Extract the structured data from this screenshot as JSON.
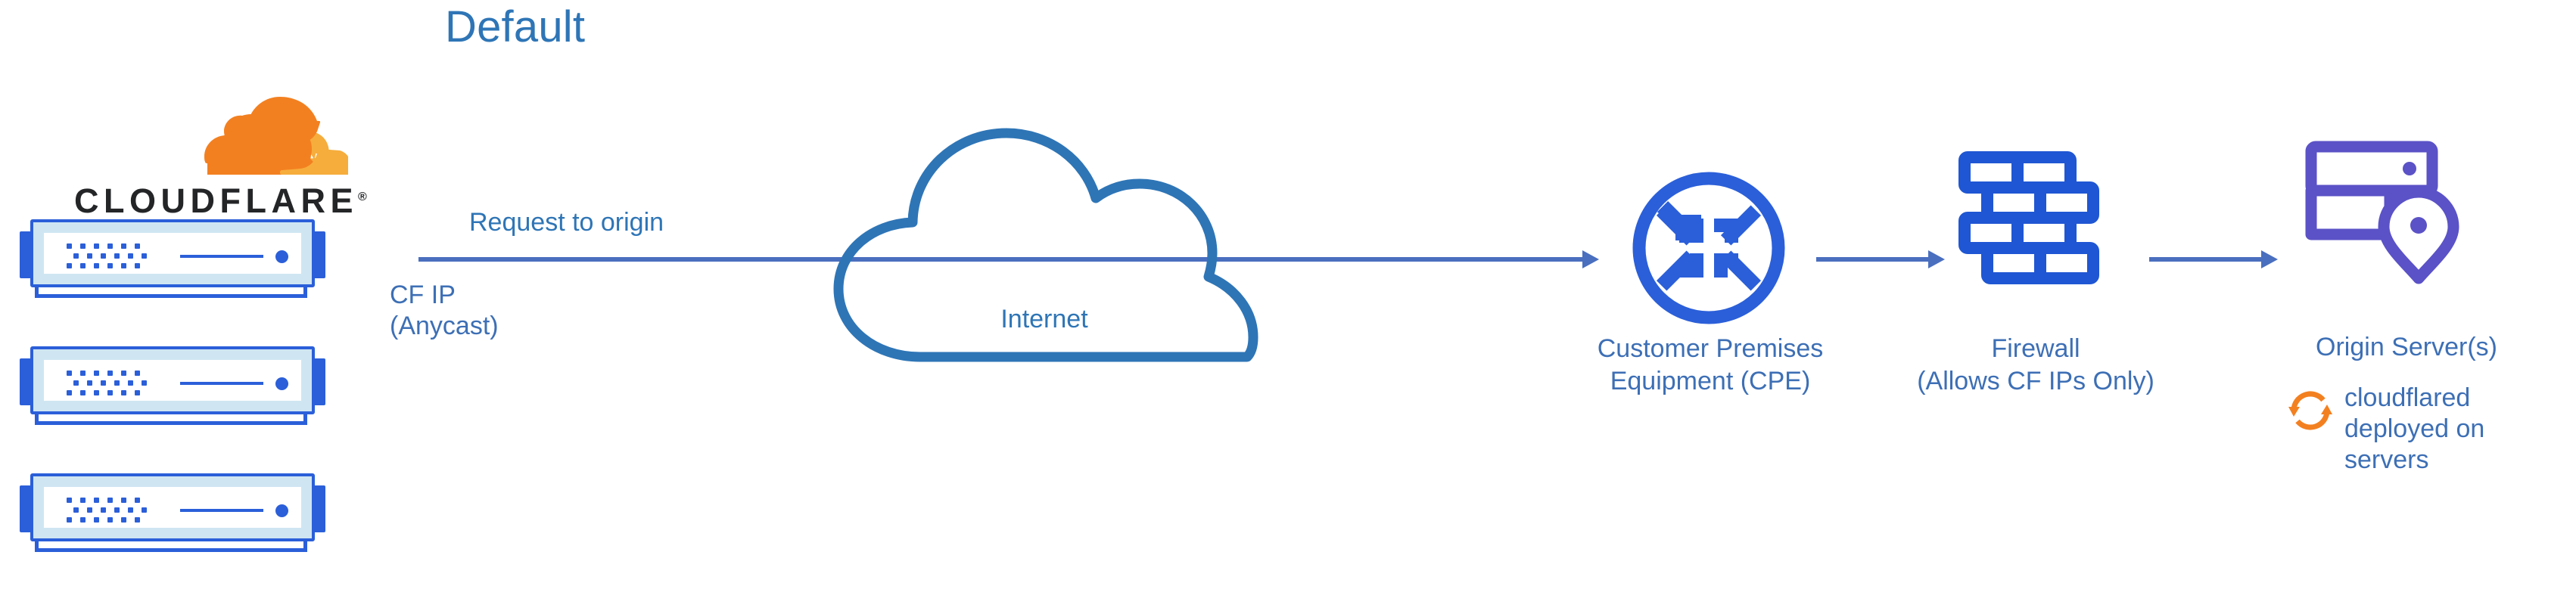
{
  "title": "Default",
  "colors": {
    "title_blue": "#2E75B6",
    "label_blue": "#3D6FB5",
    "arrow_blue": "#4A6FBF",
    "icon_blue": "#2B5FD9",
    "origin_purple": "#5B52C7",
    "cloudflare_orange": "#F38020",
    "cloudflare_orange_light": "#F6AD3C",
    "wordmark_black": "#232527"
  },
  "brand": {
    "wordmark": "CLOUDFLARE",
    "registered_mark": "®",
    "logo_icon_name": "cloudflare-cloud-logo"
  },
  "servers": {
    "count": 3,
    "icon_name": "cloudflare-edge-server"
  },
  "connections": {
    "request_label": "Request to origin",
    "cf_ip_line1": "CF IP",
    "cf_ip_line2": "(Anycast)"
  },
  "nodes": {
    "internet": {
      "label": "Internet",
      "icon_name": "cloud-outline-icon"
    },
    "cpe": {
      "line1": "Customer Premises",
      "line2": "Equipment (CPE)",
      "icon_name": "router-four-arrows-icon"
    },
    "firewall": {
      "line1": "Firewall",
      "line2": "(Allows CF IPs Only)",
      "icon_name": "brick-wall-icon"
    },
    "origin": {
      "label": "Origin Server(s)",
      "icon_name": "server-rack-location-pin-icon",
      "note_icon_name": "sync-arrows-icon",
      "note_line1": "cloudflared",
      "note_line2": "deployed on",
      "note_line3": "servers"
    }
  }
}
